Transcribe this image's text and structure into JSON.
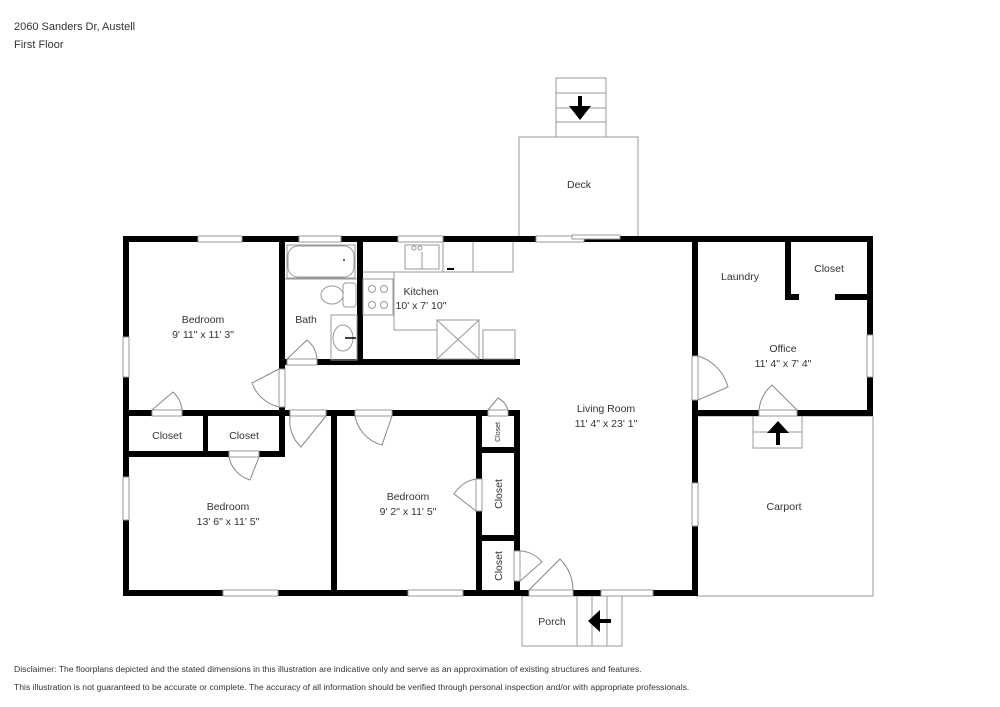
{
  "header": {
    "address": "2060 Sanders Dr, Austell",
    "floor": "First Floor"
  },
  "rooms": {
    "deck": {
      "name": "Deck"
    },
    "bedroom1": {
      "name": "Bedroom",
      "dims": "9' 11\" x 11' 3\""
    },
    "bath": {
      "name": "Bath"
    },
    "kitchen": {
      "name": "Kitchen",
      "dims": "10' x 7' 10\""
    },
    "laundry": {
      "name": "Laundry"
    },
    "office_closet": {
      "name": "Closet"
    },
    "office": {
      "name": "Office",
      "dims": "11' 4\" x 7' 4\""
    },
    "living_room": {
      "name": "Living Room",
      "dims": "11' 4\" x 23' 1\""
    },
    "closet_a": {
      "name": "Closet"
    },
    "closet_b": {
      "name": "Closet"
    },
    "bedroom2": {
      "name": "Bedroom",
      "dims": "13' 6\" x 11' 5\""
    },
    "bedroom3": {
      "name": "Bedroom",
      "dims": "9' 2\" x 11' 5\""
    },
    "closet_small": {
      "name": "Closet"
    },
    "closet_mid": {
      "name": "Closet"
    },
    "closet_low": {
      "name": "Closet"
    },
    "carport": {
      "name": "Carport"
    },
    "porch": {
      "name": "Porch"
    }
  },
  "icons": {
    "stairs_down": "arrow-down",
    "stairs_up": "arrow-up",
    "stairs_left": "arrow-left"
  },
  "disclaimer": {
    "line1": "Disclaimer: The floorplans depicted and the stated dimensions in this illustration are indicative only and serve as an approximation of existing structures and features.",
    "line2": "This illustration is not guaranteed to be accurate or complete. The accuracy of all information should be verified through personal inspection and/or with appropriate professionals."
  }
}
